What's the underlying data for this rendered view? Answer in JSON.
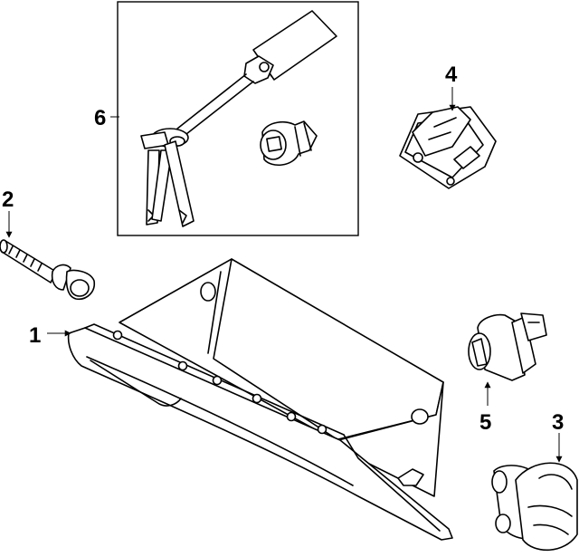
{
  "callouts": [
    {
      "id": "1",
      "label": "1"
    },
    {
      "id": "2",
      "label": "2"
    },
    {
      "id": "3",
      "label": "3"
    },
    {
      "id": "4",
      "label": "4"
    },
    {
      "id": "5",
      "label": "5"
    },
    {
      "id": "6",
      "label": "6"
    }
  ],
  "parts": [
    {
      "callout": "1",
      "icon": "glove-box-icon"
    },
    {
      "callout": "2",
      "icon": "bolt-icon"
    },
    {
      "callout": "3",
      "icon": "latch-handle-icon"
    },
    {
      "callout": "4",
      "icon": "striker-icon"
    },
    {
      "callout": "5",
      "icon": "lock-cylinder-icon"
    },
    {
      "callout": "6",
      "icon": "key-set-icon"
    }
  ]
}
